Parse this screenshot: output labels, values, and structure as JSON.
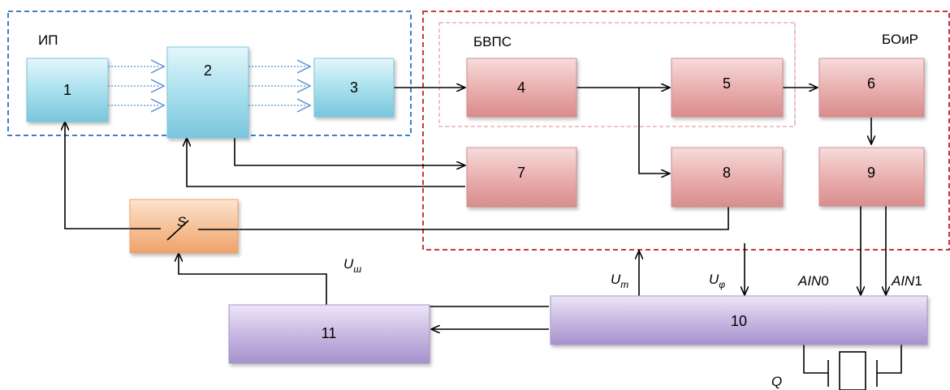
{
  "groups": {
    "ip": "ИП",
    "bvps": "БВПС",
    "boir": "БОиР"
  },
  "blocks": {
    "b1": "1",
    "b2": "2",
    "b3": "3",
    "b4": "4",
    "b5": "5",
    "b6": "6",
    "b7": "7",
    "b8": "8",
    "b9": "9",
    "b10": "10",
    "b11": "11"
  },
  "switch_label": "S",
  "signals": {
    "u_sh": {
      "main": "U",
      "sub": "ш"
    },
    "u_m": {
      "main": "U",
      "sub": "m"
    },
    "u_phi": {
      "main": "U",
      "sub": "φ"
    },
    "ain0": {
      "main": "AIN",
      "num": "0"
    },
    "ain1": {
      "main": "AIN",
      "num": "1"
    }
  },
  "crystal_label": "Q",
  "colors": {
    "ip_border": "#3f7fc6",
    "control_border": "#c8393f",
    "sub_border": "#e3a0a6",
    "cyan_block": "#8fd2e4",
    "red_block": "#e7a3a3",
    "orange_block": "#f3b98c",
    "purple_block": "#b8a6d6"
  }
}
